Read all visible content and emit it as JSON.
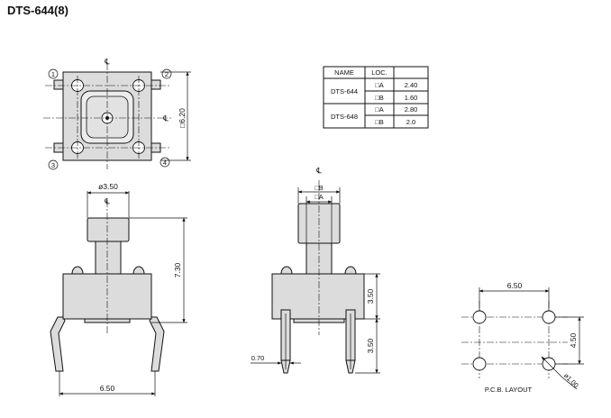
{
  "title": "DTS-644(8)",
  "centerline_symbol": "℄",
  "pin_numbers": [
    "1",
    "2",
    "3",
    "4"
  ],
  "top_view": {
    "dim_height": "□6.20"
  },
  "front_view": {
    "dim_cap": "ø3.50",
    "dim_height": "7.30",
    "dim_lead_span": "6.50"
  },
  "side_view": {
    "dim_b": "□B",
    "dim_a": "□A",
    "dim_body": "3.50",
    "dim_lead": "3.50",
    "dim_thickness": "0.70"
  },
  "pcb_layout": {
    "label": "P.C.B. LAYOUT",
    "dim_x": "6.50",
    "dim_y": "4.50",
    "dim_hole": "ø1.00"
  },
  "spec_table": {
    "headers": [
      "NAME",
      "LOC.",
      ""
    ],
    "rows": [
      {
        "name": "DTS-644",
        "loc": "□A",
        "value": "2.40"
      },
      {
        "name": "",
        "loc": "□B",
        "value": "1.60"
      },
      {
        "name": "DTS-648",
        "loc": "□A",
        "value": "2.80"
      },
      {
        "name": "",
        "loc": "□B",
        "value": "2.0"
      }
    ]
  }
}
